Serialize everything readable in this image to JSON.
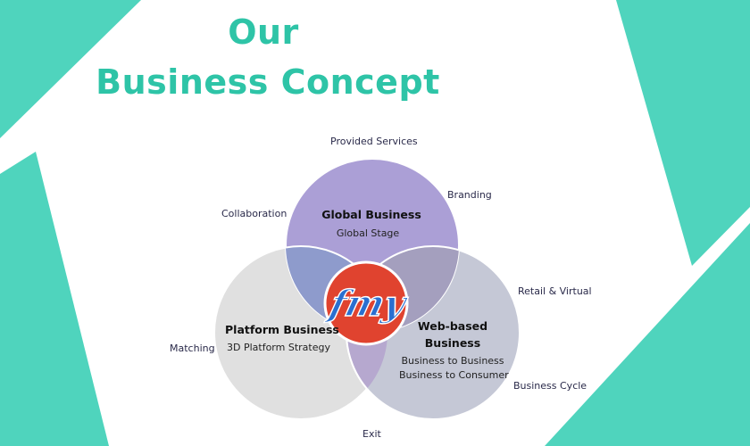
{
  "title": {
    "line1": "Our",
    "line2": "Business Concept"
  },
  "colors": {
    "accent": "#4fd4bd",
    "title": "#2ec4a7",
    "global": "#ab9fd6",
    "platform": "#e0e0e0",
    "web": "#c5c8d6",
    "center": "#e0432f",
    "logo": "#1e5fb4"
  },
  "logo": {
    "text": "fmy",
    "icon": "fmy-logo"
  },
  "circles": {
    "global": {
      "heading": "Global Business",
      "sub": "Global Stage"
    },
    "platform": {
      "heading": "Platform Business",
      "sub": "3D Platform Strategy"
    },
    "web": {
      "heading_line1": "Web-based",
      "heading_line2": "Business",
      "sub_line1": "Business to Business",
      "sub_line2": "Business to Consumer"
    }
  },
  "outer_labels": {
    "provided_services": "Provided Services",
    "branding": "Branding",
    "collaboration": "Collaboration",
    "retail_virtual": "Retail & Virtual",
    "matching": "Matching",
    "business_cycle": "Business Cycle",
    "exit": "Exit"
  }
}
